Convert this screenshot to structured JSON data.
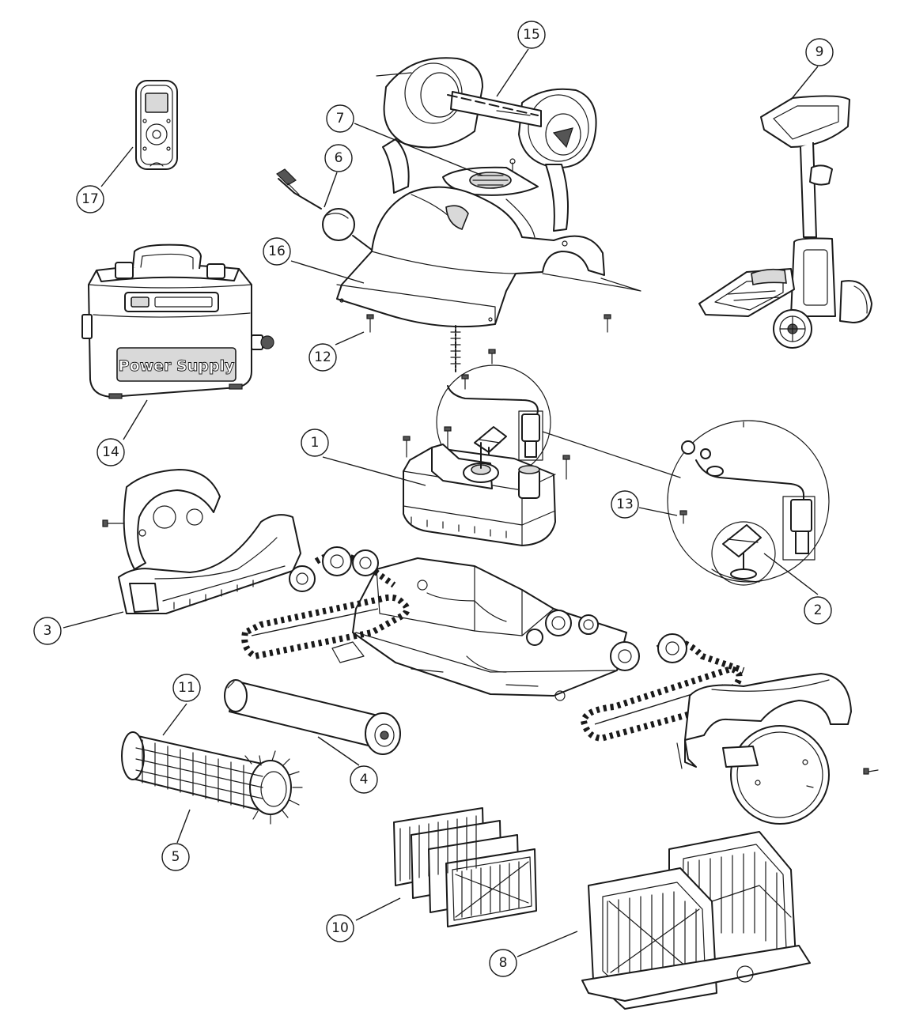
{
  "diagram": {
    "power_supply_label": "Power Supply",
    "callouts": [
      {
        "id": "c1",
        "label": "1"
      },
      {
        "id": "c2",
        "label": "2"
      },
      {
        "id": "c3",
        "label": "3"
      },
      {
        "id": "c4",
        "label": "4"
      },
      {
        "id": "c5",
        "label": "5"
      },
      {
        "id": "c6",
        "label": "6"
      },
      {
        "id": "c7",
        "label": "7"
      },
      {
        "id": "c8",
        "label": "8"
      },
      {
        "id": "c9",
        "label": "9"
      },
      {
        "id": "c10",
        "label": "10"
      },
      {
        "id": "c11",
        "label": "11"
      },
      {
        "id": "c12",
        "label": "12"
      },
      {
        "id": "c13",
        "label": "13"
      },
      {
        "id": "c14",
        "label": "14"
      },
      {
        "id": "c15",
        "label": "15"
      },
      {
        "id": "c16",
        "label": "16"
      },
      {
        "id": "c17",
        "label": "17"
      }
    ]
  }
}
